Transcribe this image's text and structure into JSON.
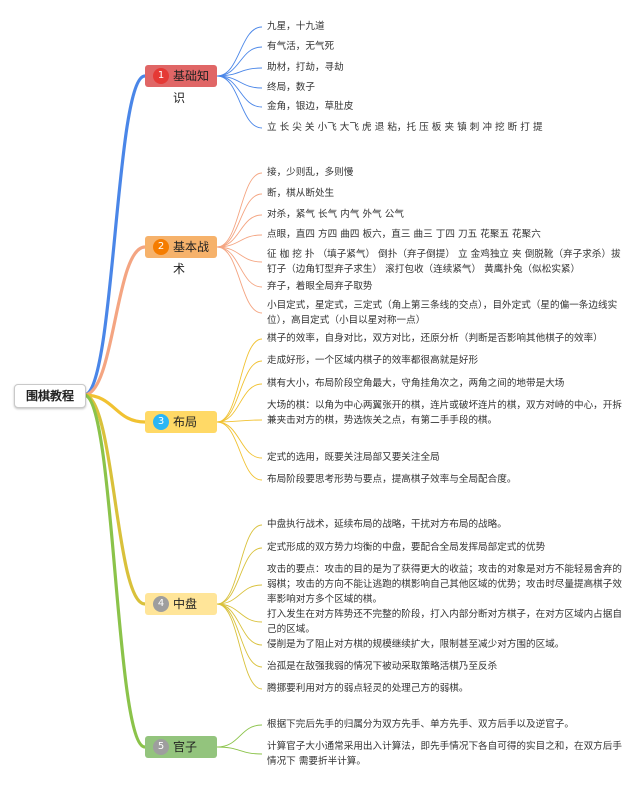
{
  "root": {
    "label": "围棋教程"
  },
  "branches": [
    {
      "num": "1",
      "label": "基础知识",
      "color": "#4a86e8",
      "fill": "#e06666",
      "badge": "#e53935",
      "items": [
        "九星，十九道",
        "有气活，无气死",
        "助材，打劫，寻劫",
        "终局，数子",
        "金角，银边，草肚皮",
        "立 长 尖 关 小飞 大飞 虎 退 粘，托 压 板 夹 镇 刺 冲 挖 断 打 提"
      ]
    },
    {
      "num": "2",
      "label": "基本战术",
      "color": "#f4a582",
      "fill": "#f6b26b",
      "badge": "#f57c00",
      "items": [
        "接，少则乱，多则慢",
        "断，棋从断处生",
        "对杀，紧气 长气 内气 外气 公气",
        "点眼，直四 方四 曲四 板六，直三 曲三 丁四 刀五 花聚五 花聚六",
        "征 枷 挖 扑 （填子紧气） 倒扑（弃子倒提） 立 金鸡独立 夹 倒脱靴（弃子求杀）拔钉子（边角钉型弃子求生） 滚打包收（连续紧气） 黄鹰扑兔（似松实紧）",
        "弃子，着眼全局弃子取势",
        "小目定式，星定式，三定式（角上第三条线的交点），目外定式（星的偏一条边线实位），高目定式（小目以星对称一点）"
      ]
    },
    {
      "num": "3",
      "label": "布局",
      "color": "#f1c232",
      "fill": "#ffd966",
      "badge": "#29b6f6",
      "items": [
        "棋子的效率，自身对比，双方对比，还原分析（判断是否影响其他棋子的效率）",
        "走成好形，一个区域内棋子的效率都很高就是好形",
        "棋有大小，布局阶段空角最大，守角挂角次之，两角之间的地带是大场",
        "大场的棋：以角为中心两翼张开的棋，连片或破坏连片的棋，双方对峙的中心，开拆兼夹击对方的棋，势选恢关之点，有第二手手段的棋。",
        "定式的选用，既要关注局部又要关注全局",
        "布局阶段要思考形势与要点，提高棋子效率与全局配合度。"
      ]
    },
    {
      "num": "4",
      "label": "中盘",
      "color": "#d9c13b",
      "fill": "#ffe599",
      "badge": "#9e9e9e",
      "items": [
        "中盘执行战术，延续布局的战略，干扰对方布局的战略。",
        "定式形成的双方势力均衡的中盘，要配合全局发挥局部定式的优势",
        "攻击的要点：攻击的目的是为了获得更大的收益；攻击的对象是对方不能轻易舍弃的弱棋；攻击的方向不能让逃跑的棋影响自己其他区域的优势；攻击时尽量提高棋子效率影响对方多个区域的棋。",
        "打入发生在对方阵势还不完整的阶段，打入内部分断对方棋子，在对方区域内占据自己的区域。",
        "侵削是为了阻止对方棋的规模继续扩大，限制甚至减少对方围的区域。",
        "治孤是在敌强我弱的情况下被动采取策略活棋乃至反杀",
        "腾挪要利用对方的弱点轻灵的处理己方的弱棋。"
      ]
    },
    {
      "num": "5",
      "label": "官子",
      "color": "#8bc34a",
      "fill": "#93c47d",
      "badge": "#9e9e9e",
      "items": [
        "根据下完后先手的归属分为双方先手、单方先手、双方后手以及逆官子。",
        "计算官子大小通常采用出入计算法，即先手情况下各自可得的实目之和，在双方后手情况下 需要折半计算。"
      ]
    }
  ]
}
